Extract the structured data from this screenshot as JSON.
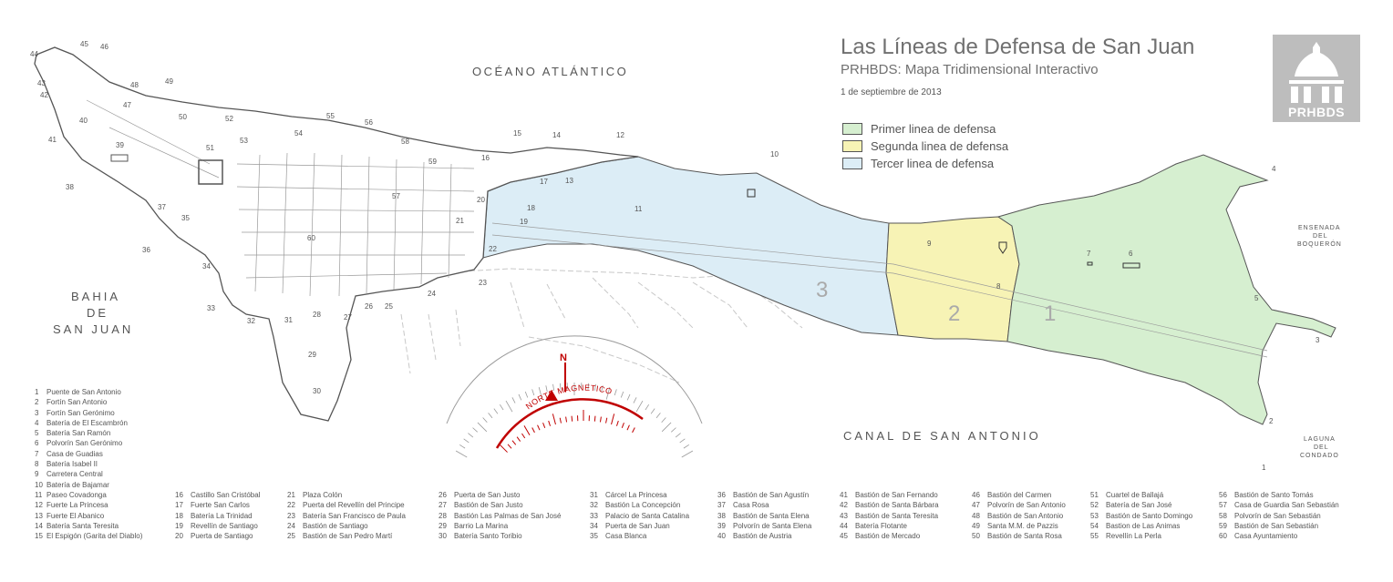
{
  "header": {
    "title": "Las Líneas de Defensa de San Juan",
    "subtitle": "PRHBDS: Mapa Tridimensional Interactivo",
    "date": "1 de septiembre de 2013"
  },
  "logo": {
    "text": "PRHBDS",
    "icon": "fortress-building-icon"
  },
  "legend": [
    {
      "label": "Primer linea de defensa",
      "color": "#d6efd0"
    },
    {
      "label": "Segunda linea de defensa",
      "color": "#f7f3b5"
    },
    {
      "label": "Tercer linea de defensa",
      "color": "#dcedf6"
    }
  ],
  "map_labels": {
    "ocean": "OCÉANO ATLÁNTICO",
    "bay_line1": "BAHIA",
    "bay_line2": "DE",
    "bay_line3": "SAN JUAN",
    "canal": "CANAL DE SAN ANTONIO",
    "ensenada_line1": "ENSENADA",
    "ensenada_line2": "DEL",
    "ensenada_line3": "BOQUERÓN",
    "laguna_line1": "LAGUNA",
    "laguna_line2": "DEL",
    "laguna_line3": "CONDADO",
    "zone1": "1",
    "zone2": "2",
    "zone3": "3"
  },
  "compass": {
    "north": "N",
    "magnetic": "NORTE MAGNETICO"
  },
  "point_numbers": [
    "1",
    "2",
    "3",
    "4",
    "5",
    "6",
    "7",
    "8",
    "9",
    "10",
    "11",
    "12",
    "13",
    "14",
    "15",
    "16",
    "17",
    "18",
    "19",
    "20",
    "21",
    "22",
    "23",
    "24",
    "25",
    "26",
    "27",
    "28",
    "29",
    "30",
    "31",
    "32",
    "33",
    "34",
    "35",
    "36",
    "37",
    "38",
    "39",
    "40",
    "41",
    "42",
    "43",
    "44",
    "45",
    "46",
    "47",
    "48",
    "49",
    "50",
    "51",
    "52",
    "53",
    "54",
    "55",
    "56",
    "57",
    "58",
    "59",
    "60"
  ],
  "index_columns": [
    [
      {
        "n": "1",
        "name": "Puente de San Antonio"
      },
      {
        "n": "2",
        "name": "Fortín San Antonio"
      },
      {
        "n": "3",
        "name": "Fortín San Gerónimo"
      },
      {
        "n": "4",
        "name": "Batería de El Escambrón"
      },
      {
        "n": "5",
        "name": "Batería San Ramón"
      },
      {
        "n": "6",
        "name": "Polvorín San Gerónimo"
      },
      {
        "n": "7",
        "name": "Casa de Guadias"
      },
      {
        "n": "8",
        "name": "Batería Isabel II"
      },
      {
        "n": "9",
        "name": "Carretera Central"
      },
      {
        "n": "10",
        "name": "Batería de Bajamar"
      },
      {
        "n": "11",
        "name": "Paseo Covadonga"
      },
      {
        "n": "12",
        "name": "Fuerte La Princesa"
      },
      {
        "n": "13",
        "name": "Fuerte El Abanico"
      },
      {
        "n": "14",
        "name": "Batería Santa Teresita"
      },
      {
        "n": "15",
        "name": "El Espigón (Garita del Diablo)"
      }
    ],
    [
      {
        "n": "16",
        "name": "Castillo San Cristóbal"
      },
      {
        "n": "17",
        "name": "Fuerte San Carlos"
      },
      {
        "n": "18",
        "name": "Batería La Trinidad"
      },
      {
        "n": "19",
        "name": "Revellín de Santiago"
      },
      {
        "n": "20",
        "name": "Puerta de Santiago"
      }
    ],
    [
      {
        "n": "21",
        "name": "Plaza Colón"
      },
      {
        "n": "22",
        "name": "Puerta del Revellín del Principe"
      },
      {
        "n": "23",
        "name": "Batería San Francisco de Paula"
      },
      {
        "n": "24",
        "name": "Bastión de Santiago"
      },
      {
        "n": "25",
        "name": "Bastión de San Pedro Martí"
      }
    ],
    [
      {
        "n": "26",
        "name": "Puerta de San Justo"
      },
      {
        "n": "27",
        "name": "Bastión de San Justo"
      },
      {
        "n": "28",
        "name": "Bastión Las Palmas de San José"
      },
      {
        "n": "29",
        "name": "Barrio La Marina"
      },
      {
        "n": "30",
        "name": "Batería Santo Toribio"
      }
    ],
    [
      {
        "n": "31",
        "name": "Cárcel La Princesa"
      },
      {
        "n": "32",
        "name": "Bastión La Concepción"
      },
      {
        "n": "33",
        "name": "Palacio de Santa Catalina"
      },
      {
        "n": "34",
        "name": "Puerta de San Juan"
      },
      {
        "n": "35",
        "name": "Casa Blanca"
      }
    ],
    [
      {
        "n": "36",
        "name": "Bastión de San Agustín"
      },
      {
        "n": "37",
        "name": "Casa Rosa"
      },
      {
        "n": "38",
        "name": "Bastión de Santa Elena"
      },
      {
        "n": "39",
        "name": "Polvorín de Santa Elena"
      },
      {
        "n": "40",
        "name": "Bastión de Austria"
      }
    ],
    [
      {
        "n": "41",
        "name": "Bastión de San Fernando"
      },
      {
        "n": "42",
        "name": "Bastión de Santa Bárbara"
      },
      {
        "n": "43",
        "name": "Bastión de Santa Teresita"
      },
      {
        "n": "44",
        "name": "Batería Flotante"
      },
      {
        "n": "45",
        "name": "Bastión de Mercado"
      }
    ],
    [
      {
        "n": "46",
        "name": "Bastión del Carmen"
      },
      {
        "n": "47",
        "name": "Polvorín de San Antonio"
      },
      {
        "n": "48",
        "name": "Bastión de San Antonio"
      },
      {
        "n": "49",
        "name": "Santa M.M. de Pazzis"
      },
      {
        "n": "50",
        "name": "Bastión de Santa Rosa"
      }
    ],
    [
      {
        "n": "51",
        "name": "Cuartel de Ballajá"
      },
      {
        "n": "52",
        "name": "Batería de San José"
      },
      {
        "n": "53",
        "name": "Bastión de Santo Domingo"
      },
      {
        "n": "54",
        "name": "Bastion de Las Animas"
      },
      {
        "n": "55",
        "name": "Revellín La Perla"
      }
    ],
    [
      {
        "n": "56",
        "name": "Bastión de Santo Tomás"
      },
      {
        "n": "57",
        "name": "Casa de Guardia San Sebastián"
      },
      {
        "n": "58",
        "name": "Polvorín de San Sebastián"
      },
      {
        "n": "59",
        "name": "Bastión de San Sebastián"
      },
      {
        "n": "60",
        "name": "Casa Ayuntamiento"
      }
    ]
  ]
}
